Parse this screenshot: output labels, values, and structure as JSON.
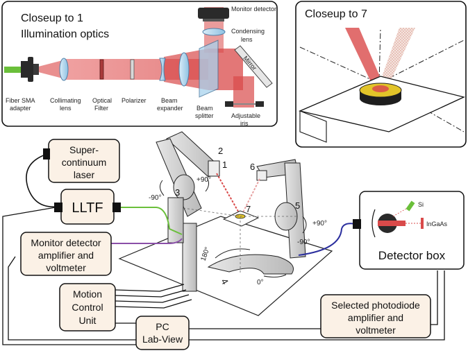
{
  "closeup1": {
    "title_line1": "Closeup to 1",
    "title_line2": "Illumination optics",
    "monitor_detector": "Monitor detector",
    "condensing_lens": "Condensing lens",
    "mirror": "Mirror",
    "fiber_sma": "Fiber SMA adapter",
    "collimating_lens": "Collimating lens",
    "optical_filter": "Optical Filter",
    "polarizer": "Polarizer",
    "beam_expander": "Beam expander",
    "beam_splitter": "Beam splitter",
    "adjustable_iris": "Adjustable iris"
  },
  "closeup7": {
    "title": "Closeup to 7"
  },
  "boxes": {
    "supercontinuum": [
      "Super-",
      "continuum",
      "laser"
    ],
    "lltf": "LLTF",
    "monitor_amp": [
      "Monitor detector",
      "amplifier and",
      "voltmeter"
    ],
    "motion": [
      "Motion",
      "Control",
      "Unit"
    ],
    "pc": [
      "PC",
      "Lab-View"
    ],
    "photodiode": [
      "Selected photodiode",
      "amplifier and",
      "voltmeter"
    ],
    "detector_box": "Detector box"
  },
  "detector_labels": {
    "si": "Si",
    "ingaas": "InGaAs"
  },
  "stage_numbers": [
    "1",
    "2",
    "3",
    "4",
    "5",
    "6",
    "7"
  ],
  "angles": {
    "a_plus90_left": "+90°",
    "a_minus90_left": "-90°",
    "a_plus90_right": "+90°",
    "a_minus90_right": "-90°",
    "a_180": "180°",
    "a_0": "0°"
  },
  "colors": {
    "beam": "#d94a4a",
    "green_fiber": "#6abf3a",
    "purple_cable": "#8a4fa8",
    "blue_fiber": "#2b2f9e",
    "box_fill": "#fbf1e6"
  }
}
